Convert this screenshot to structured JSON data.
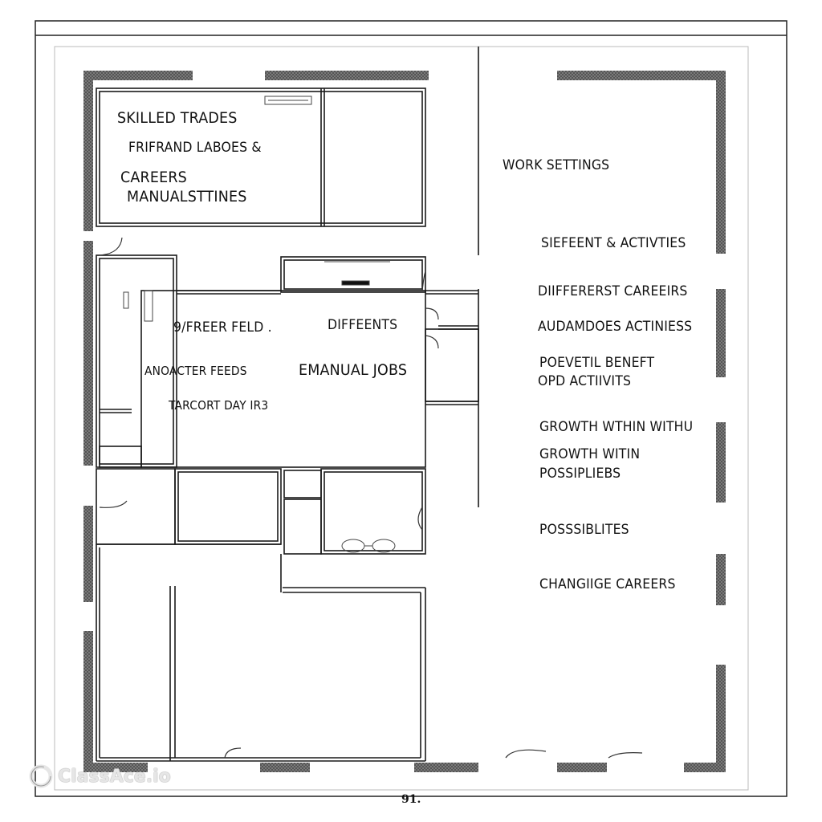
{
  "labels": {
    "left_top": [
      "SKILLED TRADES",
      "FRIFRAND LABOES &",
      "CAREERS",
      "MANUALSTTINES"
    ],
    "center": [
      "9/FREER FELD .",
      "DIFFEENTS",
      "ANOACTER FEEDS",
      "EMANUAL JOBS",
      "TARCORT DAY IR3"
    ],
    "right": [
      "WORK SETTINGS",
      "SIEFEENT & ACTIVTIES",
      "DIIFFERERST CAREEIRS",
      "AUDAMDOES ACTINIESS",
      "POEVETIL BENEFT",
      "OPD ACTIIVITS",
      "GROWTH WTHIN WITHU",
      "GROWTH WITIN",
      "POSSIPLIEBS",
      "POSSSIBLITES",
      "CHANGIIGE CAREERS"
    ]
  },
  "page_number": "91.",
  "watermark": "ClassAce.io"
}
